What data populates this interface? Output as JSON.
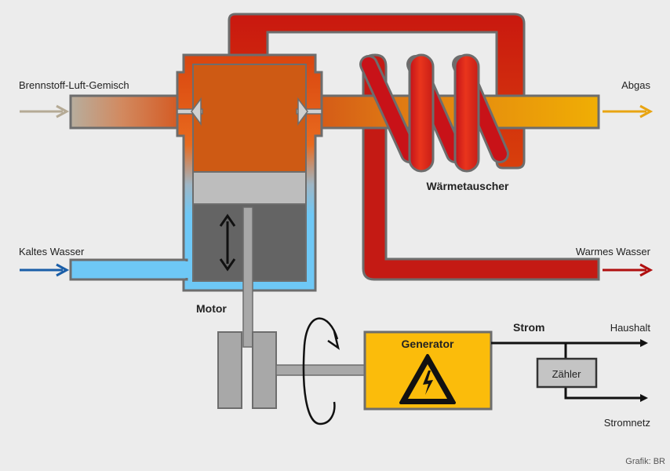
{
  "labels": {
    "fuel_input": "Brennstoff-Luft-Gemisch",
    "exhaust": "Abgas",
    "heat_exchanger": "Wärmetauscher",
    "cold_water": "Kaltes Wasser",
    "warm_water": "Warmes Wasser",
    "motor": "Motor",
    "generator": "Generator",
    "electricity": "Strom",
    "household": "Haushalt",
    "meter": "Zähler",
    "grid": "Stromnetz",
    "credit": "Grafik: BR"
  },
  "colors": {
    "background": "#ececec",
    "fuel_arrow": "#b5aa95",
    "exhaust_arrow": "#e8a411",
    "cold_water_arrow": "#1a5ea8",
    "warm_water_arrow": "#b00f0f",
    "generator_fill": "#fbbc0b",
    "cold_water_fill": "#6ec8f6",
    "hot_red": "#cc2a16",
    "motor_orange": "#ce5a14",
    "outline": "#6d6d6d"
  },
  "icons": {
    "motion": "double-arrow-vertical-icon",
    "rotation": "rotation-arrow-icon",
    "warning": "high-voltage-warning-icon"
  }
}
